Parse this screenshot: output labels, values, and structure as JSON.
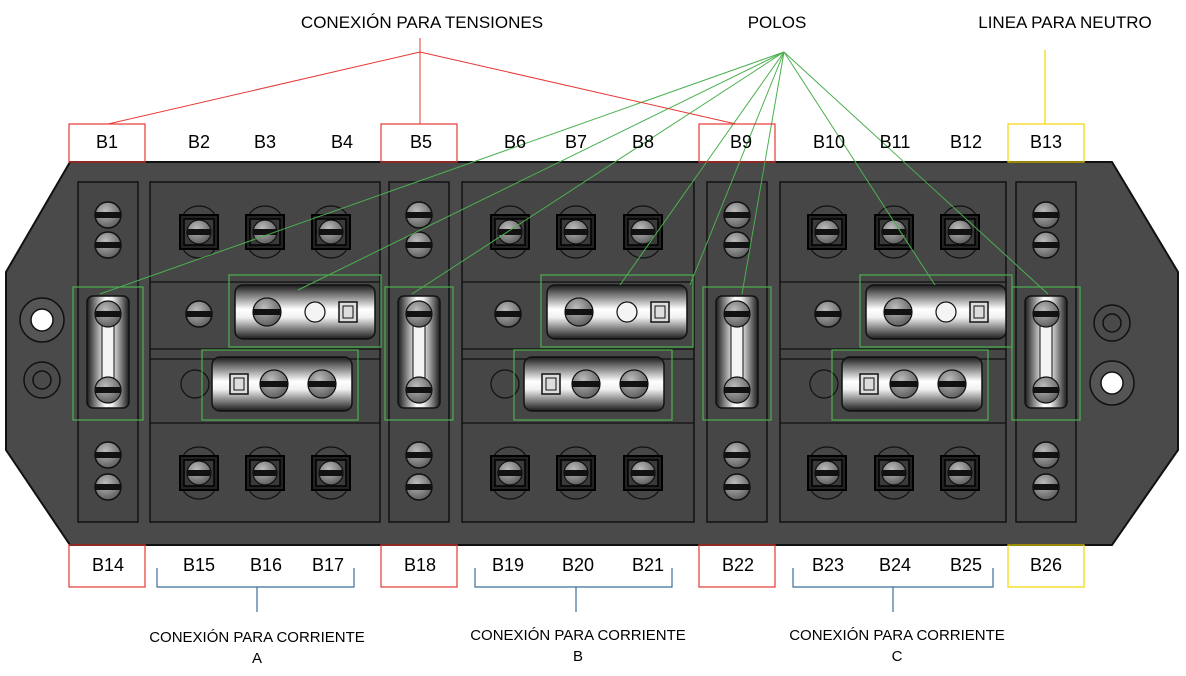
{
  "labels": {
    "tensiones": "CONEXIÓN PARA TENSIONES",
    "polos": "POLOS",
    "neutro": "LINEA PARA NEUTRO"
  },
  "terminals_top": [
    "B1",
    "B2",
    "B3",
    "B4",
    "B5",
    "B6",
    "B7",
    "B8",
    "B9",
    "B10",
    "B11",
    "B12",
    "B13"
  ],
  "terminals_bottom": [
    "B14",
    "B15",
    "B16",
    "B17",
    "B18",
    "B19",
    "B20",
    "B21",
    "B22",
    "B23",
    "B24",
    "B25",
    "B26"
  ],
  "current_groups": [
    {
      "line1": "CONEXIÓN PARA CORRIENTE",
      "line2": "A"
    },
    {
      "line1": "CONEXIÓN PARA CORRIENTE",
      "line2": "B"
    },
    {
      "line1": "CONEXIÓN PARA CORRIENTE",
      "line2": "C"
    }
  ],
  "colors": {
    "voltage_box": "#e53935",
    "neutral_box": "#f2d600",
    "poles_lines": "#4caf50",
    "current_bracket": "#3c6e9a",
    "block_body": "#4a4a4a"
  }
}
